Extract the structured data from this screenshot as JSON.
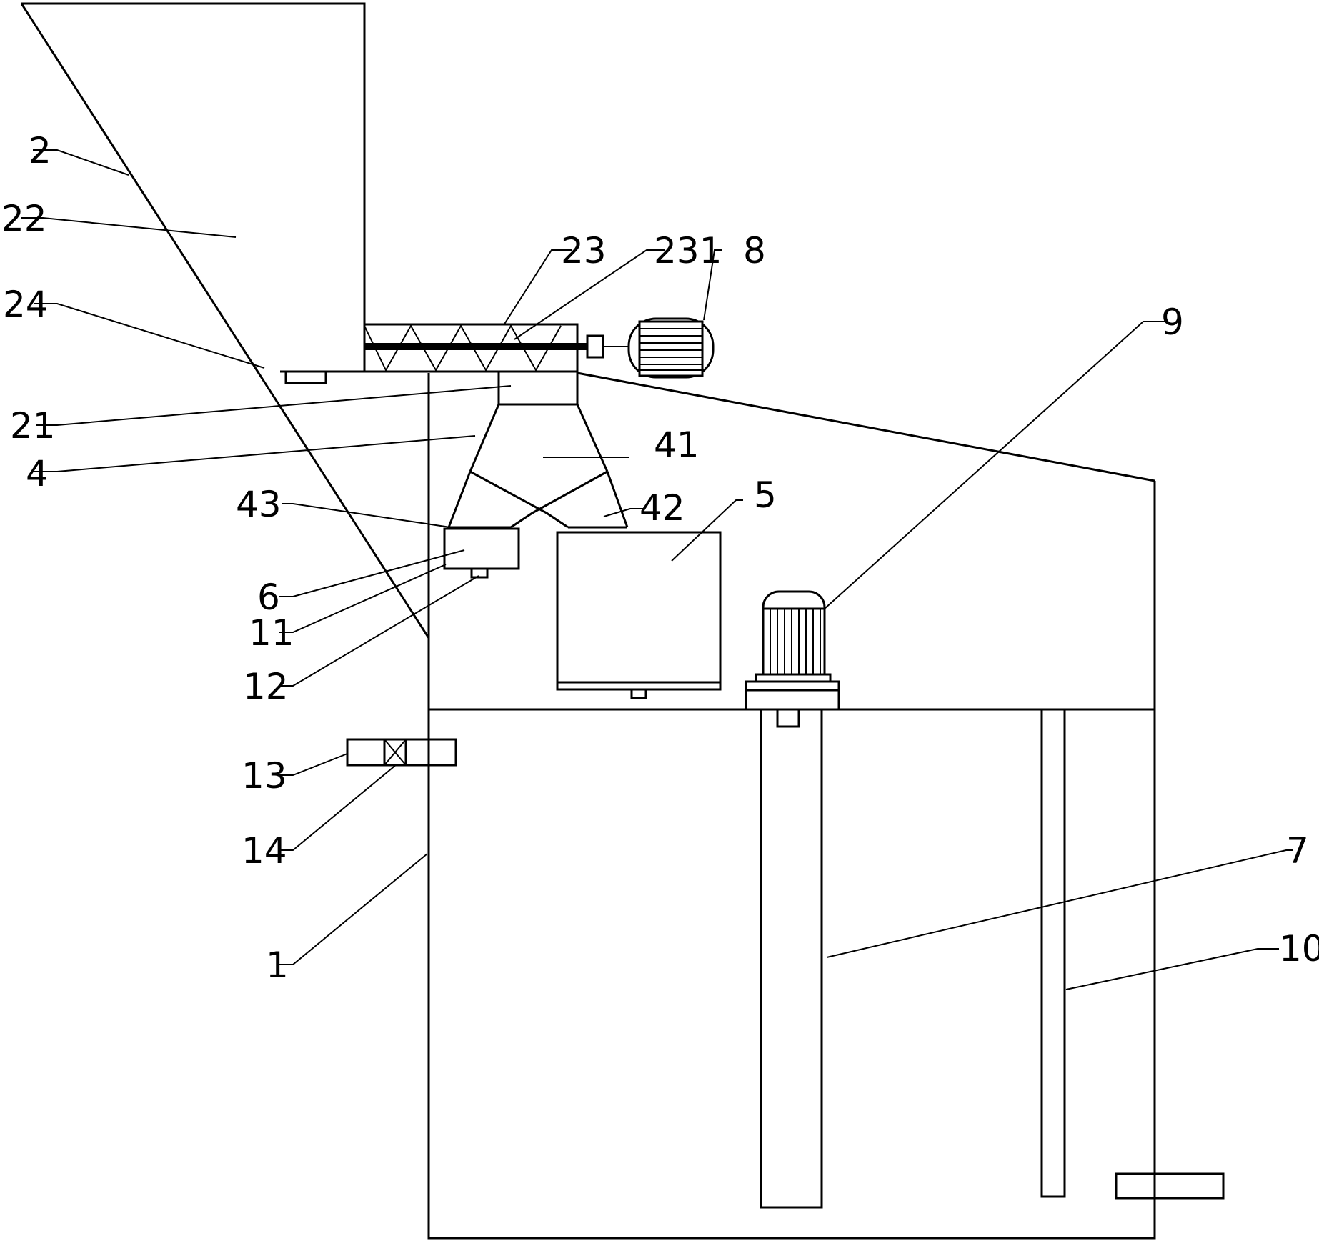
{
  "labels": {
    "l2": "2",
    "l22": "22",
    "l24": "24",
    "l21": "21",
    "l4": "4",
    "l43": "43",
    "l6": "6",
    "l11": "11",
    "l12": "12",
    "l13": "13",
    "l14": "14",
    "l1": "1",
    "l23": "23",
    "l231": "231",
    "l8": "8",
    "l9": "9",
    "l41": "41",
    "l42": "42",
    "l5": "5",
    "l7": "7",
    "l10": "10"
  }
}
